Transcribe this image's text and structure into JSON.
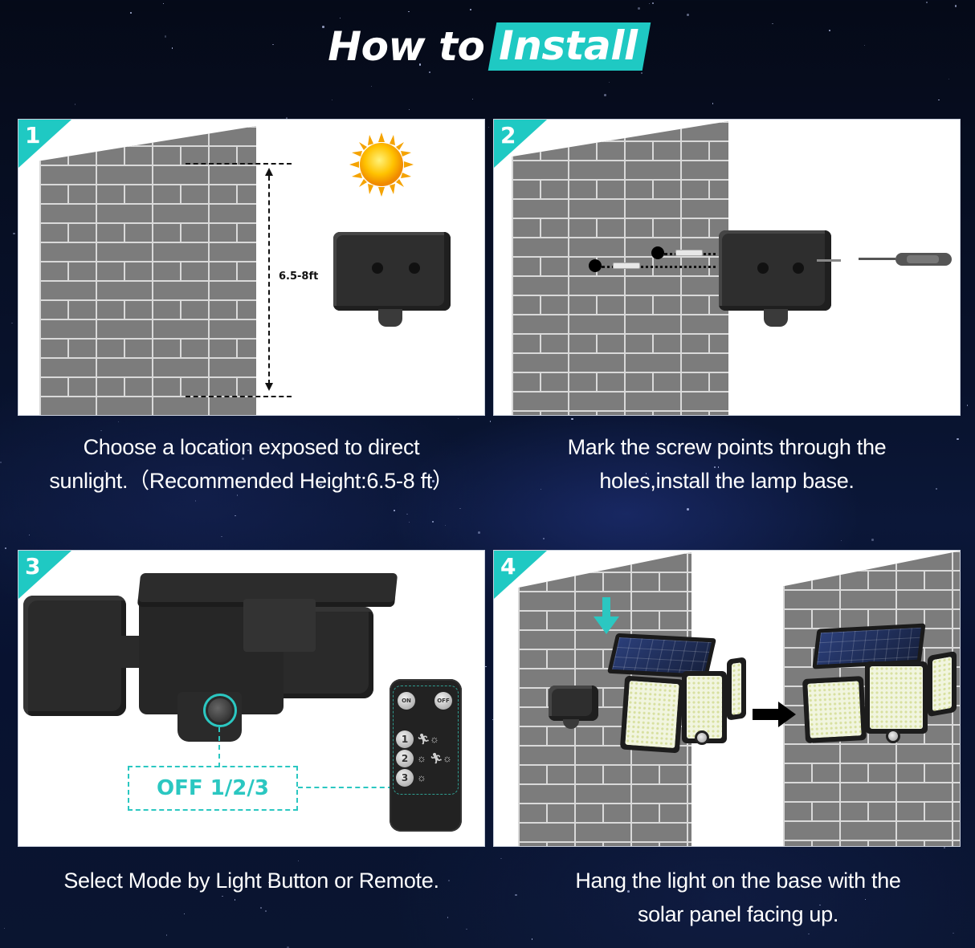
{
  "header": {
    "title_prefix": "How to",
    "title_highlight": "Install",
    "accent_color": "#1fc9c3"
  },
  "steps": [
    {
      "number": "1",
      "caption_line1": "Choose a location exposed to direct",
      "caption_line2": "sunlight.（Recommended Height:6.5-8 ft）",
      "illustration": {
        "height_label": "6.5-8ft",
        "icons": [
          "brick-wall",
          "sun-icon",
          "mounting-base",
          "dimension-arrow"
        ]
      }
    },
    {
      "number": "2",
      "caption_line1": "Mark the screw points through the",
      "caption_line2": "holes,install the lamp base.",
      "illustration": {
        "icons": [
          "brick-wall",
          "drill-hole-markers",
          "wall-anchors",
          "mounting-base",
          "screw",
          "screwdriver-icon"
        ]
      }
    },
    {
      "number": "3",
      "caption_line1": "Select Mode by Light Button or Remote.",
      "caption_line2": "",
      "illustration": {
        "mode_label": "OFF 1/2/3",
        "remote": {
          "on_label": "ON",
          "off_label": "OFF",
          "modes": [
            {
              "number": "1",
              "icons": [
                "motion-icon",
                "light-icon"
              ]
            },
            {
              "number": "2",
              "icons": [
                "dim-light-icon",
                "motion-icon",
                "light-icon"
              ]
            },
            {
              "number": "3",
              "icons": [
                "light-icon"
              ]
            }
          ]
        }
      }
    },
    {
      "number": "4",
      "caption_line1": "Hang the light on the base with the",
      "caption_line2": "solar panel facing up.",
      "illustration": {
        "icons": [
          "brick-wall",
          "down-arrow-icon",
          "mounting-base",
          "solar-flood-light",
          "right-arrow-icon",
          "installed-light"
        ]
      }
    }
  ]
}
